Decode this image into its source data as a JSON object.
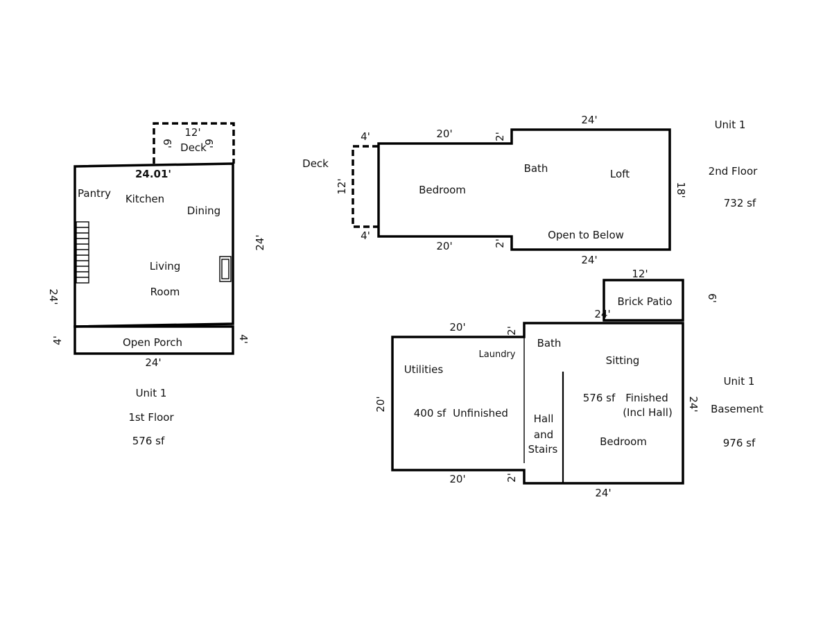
{
  "unit1_first": {
    "deck_width": "12'",
    "deck_side_left": "6'",
    "deck_side_right": "6'",
    "deck_label": "Deck",
    "top_width": "24.01'",
    "pantry": "Pantry",
    "kitchen": "Kitchen",
    "dining": "Dining",
    "living": "Living",
    "room": "Room",
    "right_depth": "24'",
    "left_depth": "24'",
    "porch_label": "Open Porch",
    "porch_left": "4'",
    "porch_right": "4'",
    "bottom_width": "24'",
    "unit": "Unit 1",
    "floor": "1st Floor",
    "area": "576 sf"
  },
  "unit1_second": {
    "deck_label": "Deck",
    "deck_top": "4'",
    "deck_bottom": "4'",
    "deck_depth": "12'",
    "top_left": "20'",
    "step_top": "2'",
    "top_right": "24'",
    "bedroom": "Bedroom",
    "bath": "Bath",
    "loft": "Loft",
    "open_below": "Open to Below",
    "right_depth": "18'",
    "bottom_left": "20'",
    "step_bottom": "2'",
    "bottom_right": "24'",
    "unit": "Unit 1",
    "floor": "2nd Floor",
    "area": "732 sf"
  },
  "unit1_basement": {
    "patio_width": "12'",
    "patio_label": "Brick Patio",
    "patio_depth": "6'",
    "patio_bottom": "24'",
    "top_left": "20'",
    "step_top": "2'",
    "bath": "Bath",
    "laundry": "Laundry",
    "sitting": "Sitting",
    "utilities": "Utilities",
    "left_depth": "20'",
    "unfinished_area": "400 sf",
    "unfinished": "Unfinished",
    "hall": "Hall",
    "and": "and",
    "stairs": "Stairs",
    "finished_area": "576 sf",
    "finished": "Finished",
    "incl_hall": "(Incl Hall)",
    "bedroom": "Bedroom",
    "right_depth": "24'",
    "bottom_left": "20'",
    "step_bottom": "2'",
    "bottom_right": "24'",
    "unit": "Unit 1",
    "floor": "Basement",
    "area": "976 sf"
  }
}
